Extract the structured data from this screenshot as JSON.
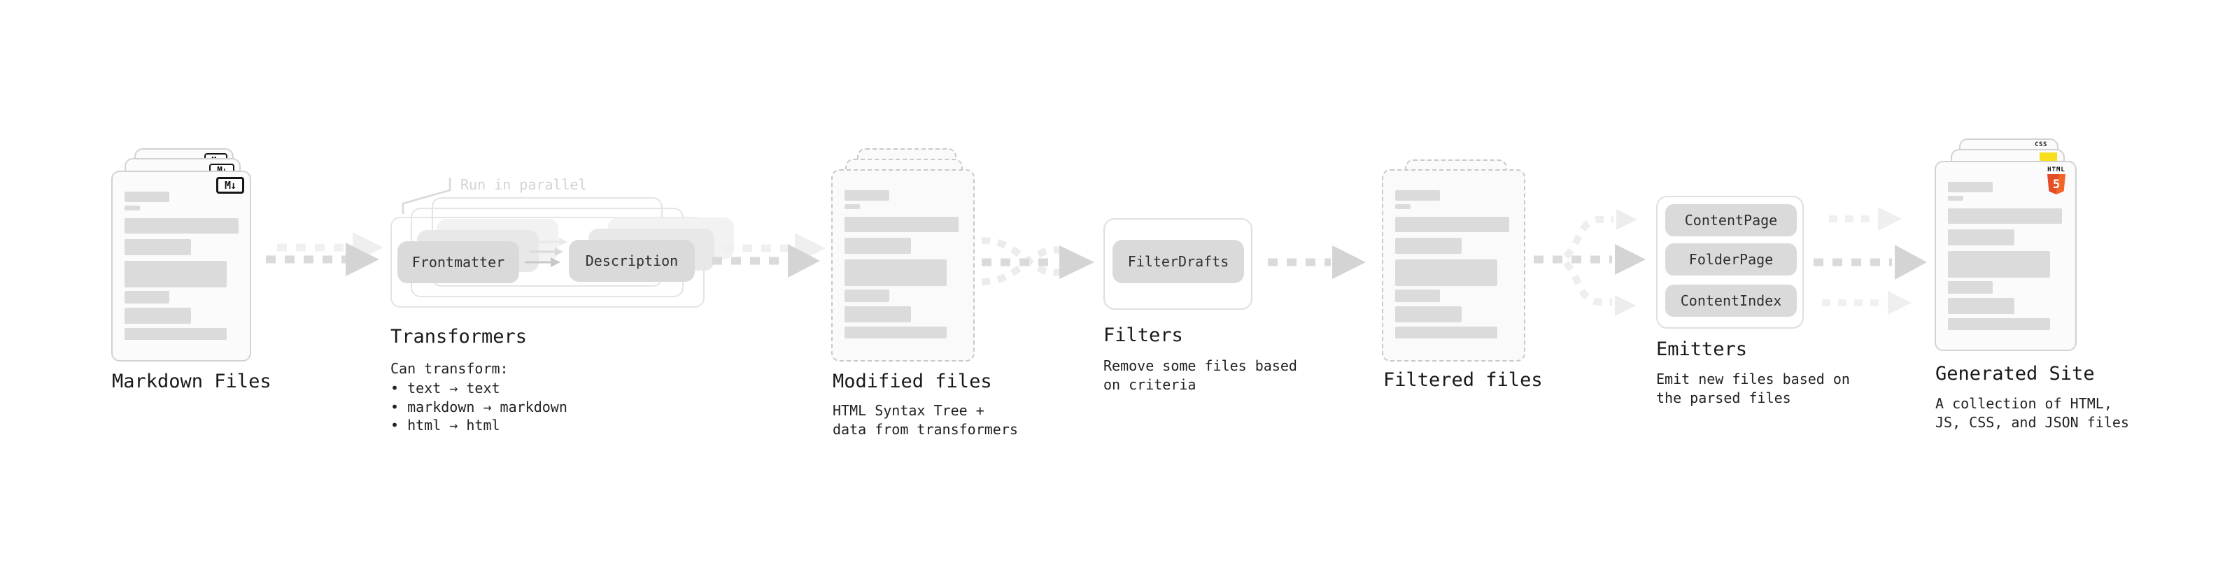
{
  "stages": {
    "markdown": {
      "label": "Markdown Files"
    },
    "transformers": {
      "label": "Transformers",
      "annotation": "Run in parallel",
      "pills": {
        "frontmatter": "Frontmatter",
        "description": "Description"
      },
      "desc_title": "Can transform:",
      "bullets": [
        "• text → text",
        "• markdown → markdown",
        "• html → html"
      ]
    },
    "modified": {
      "label": "Modified files",
      "desc": [
        "HTML Syntax Tree +",
        "data from transformers"
      ]
    },
    "filters": {
      "label": "Filters",
      "pills": {
        "filter_drafts": "FilterDrafts"
      },
      "desc": [
        "Remove some files based",
        "on criteria"
      ]
    },
    "filtered": {
      "label": "Filtered files"
    },
    "emitters": {
      "label": "Emitters",
      "pills": {
        "content_page": "ContentPage",
        "folder_page": "FolderPage",
        "content_index": "ContentIndex"
      },
      "desc": [
        "Emit new files based on",
        "the parsed files"
      ]
    },
    "generated": {
      "label": "Generated Site",
      "desc": [
        "A collection of HTML,",
        "JS, CSS, and JSON files"
      ]
    }
  },
  "badges": {
    "markdown_icon": "M↓",
    "html_word": "HTML",
    "html_five": "5",
    "css_word": "CSS"
  },
  "colors": {
    "html_orange": "#e44d26",
    "html_orange_light": "#f16529",
    "js_yellow": "#f7df1e",
    "css_blue": "#2b62f0",
    "arrow_strong": "#d6d6d6",
    "arrow_faint": "#efefef",
    "skeleton_bar": "#dbdbdb"
  }
}
